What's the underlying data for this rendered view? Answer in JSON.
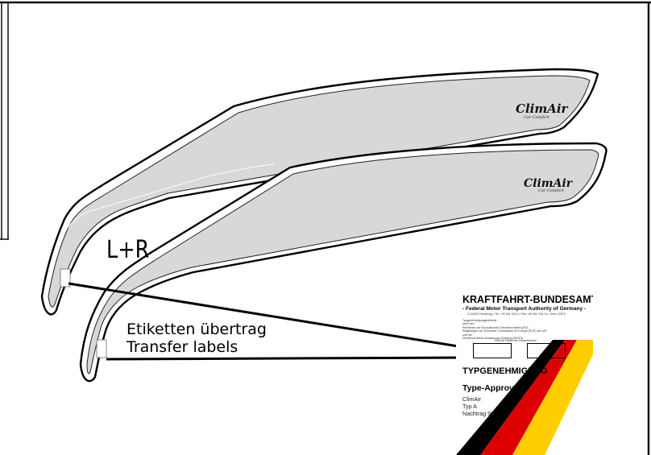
{
  "labels": {
    "sides": "L+R",
    "transfer_de": "Etiketten übertrag",
    "transfer_en": "Transfer labels"
  },
  "brand": {
    "logo_main": "ClimAir",
    "logo_sub": "Car Comfort"
  },
  "certificate": {
    "authority": "KRAFTFAHRT-BUNDESAMT",
    "authority_en": "- Federal Motor Transport Authority of Germany -",
    "address": "D-24932 Flensburg • Tel. +49 461 316-0 • Fax +49 461 316 14 • Telex 22879",
    "body_lines": [
      "Typgenehmigungsbehörde",
      "nach den",
      "Richtlinien der Europäischen Gemeinschaften (EG),",
      "Regelungen der Economic Commission for Europe (ECE) der UN",
      "und der",
      "Straßenverkehrs-Zulassungs-Ordnung (StVZO)"
    ],
    "field_note": "Feld für Etikett am Inkrautsetzen",
    "approval_de": "TYPGENEHMIGUNG",
    "approval_en": "Type-Approval",
    "product": "ClimAir",
    "type": "Typ   A",
    "supplement": "Nachtrag 93"
  },
  "colors": {
    "deflector_fill": "#d8d8d8",
    "flag_black": "#000000",
    "flag_red": "#dd0000",
    "flag_gold": "#ffce00"
  }
}
